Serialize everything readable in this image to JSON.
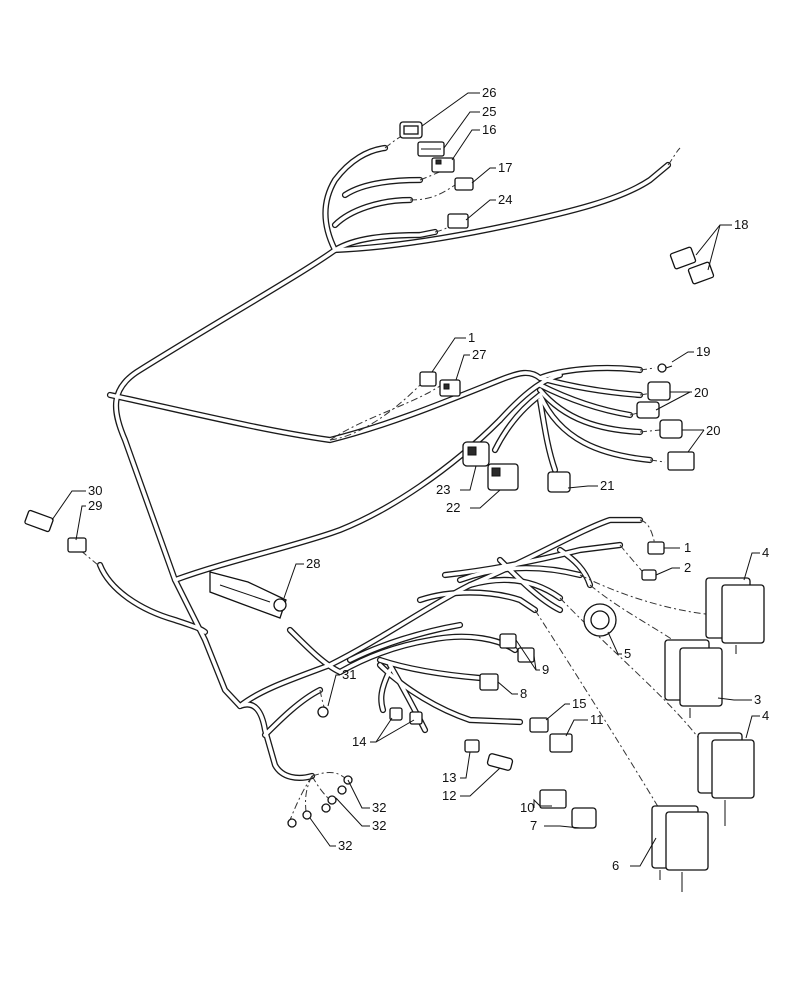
{
  "callouts": [
    {
      "id": "c26",
      "text": "26"
    },
    {
      "id": "c25",
      "text": "25"
    },
    {
      "id": "c16",
      "text": "16"
    },
    {
      "id": "c17",
      "text": "17"
    },
    {
      "id": "c24",
      "text": "24"
    },
    {
      "id": "c18",
      "text": "18"
    },
    {
      "id": "c1a",
      "text": "1"
    },
    {
      "id": "c27",
      "text": "27"
    },
    {
      "id": "c19",
      "text": "19"
    },
    {
      "id": "c20a",
      "text": "20"
    },
    {
      "id": "c20b",
      "text": "20"
    },
    {
      "id": "c23",
      "text": "23"
    },
    {
      "id": "c21",
      "text": "21"
    },
    {
      "id": "c22",
      "text": "22"
    },
    {
      "id": "c30",
      "text": "30"
    },
    {
      "id": "c29",
      "text": "29"
    },
    {
      "id": "c28",
      "text": "28"
    },
    {
      "id": "c1b",
      "text": "1"
    },
    {
      "id": "c2",
      "text": "2"
    },
    {
      "id": "c4a",
      "text": "4"
    },
    {
      "id": "c5",
      "text": "5"
    },
    {
      "id": "c9",
      "text": "9"
    },
    {
      "id": "c3",
      "text": "3"
    },
    {
      "id": "c31",
      "text": "31"
    },
    {
      "id": "c8",
      "text": "8"
    },
    {
      "id": "c4b",
      "text": "4"
    },
    {
      "id": "c15",
      "text": "15"
    },
    {
      "id": "c11",
      "text": "11"
    },
    {
      "id": "c14",
      "text": "14"
    },
    {
      "id": "c13",
      "text": "13"
    },
    {
      "id": "c12",
      "text": "12"
    },
    {
      "id": "c10",
      "text": "10"
    },
    {
      "id": "c7",
      "text": "7"
    },
    {
      "id": "c32a",
      "text": "32"
    },
    {
      "id": "c32b",
      "text": "32"
    },
    {
      "id": "c32c",
      "text": "32"
    },
    {
      "id": "c6",
      "text": "6"
    }
  ]
}
